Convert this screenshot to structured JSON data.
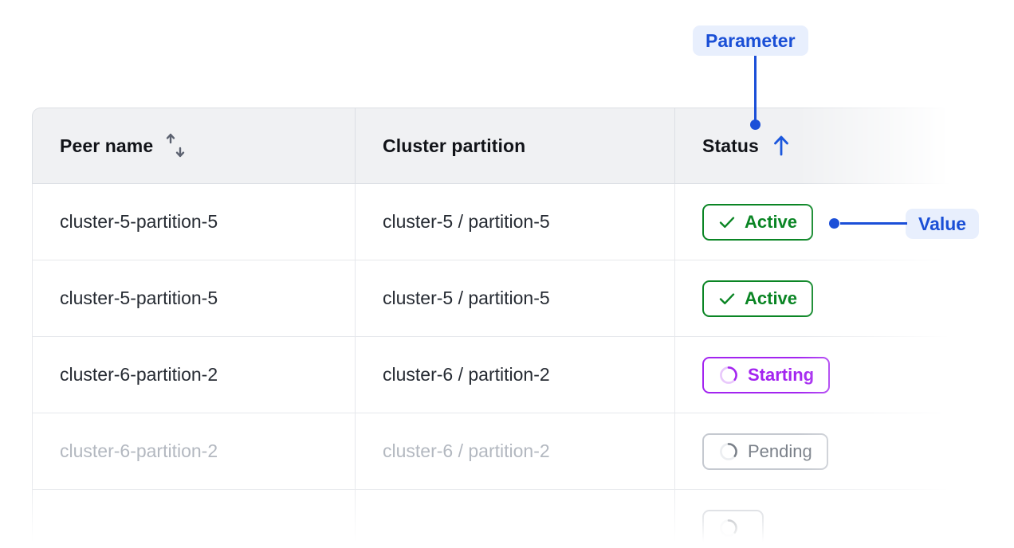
{
  "table": {
    "columns": [
      {
        "key": "peer_name",
        "label": "Peer name",
        "sort_icon": "sort-both-arrows-icon",
        "sorted": false
      },
      {
        "key": "cluster_partition",
        "label": "Cluster partition",
        "sort_icon": null,
        "sorted": false
      },
      {
        "key": "status",
        "label": "Status",
        "sort_icon": "sort-ascending-arrow-icon",
        "sorted": true
      }
    ],
    "rows": [
      {
        "peer_name": "cluster-5-partition-5",
        "cluster_partition": "cluster-5 / partition-5",
        "status": {
          "label": "Active",
          "icon": "check-icon",
          "variant": "active"
        },
        "dim": false
      },
      {
        "peer_name": "cluster-5-partition-5",
        "cluster_partition": "cluster-5 / partition-5",
        "status": {
          "label": "Active",
          "icon": "check-icon",
          "variant": "active"
        },
        "dim": false
      },
      {
        "peer_name": "cluster-6-partition-2",
        "cluster_partition": "cluster-6 / partition-2",
        "status": {
          "label": "Starting",
          "icon": "spinner-icon",
          "variant": "starting"
        },
        "dim": false
      },
      {
        "peer_name": "cluster-6-partition-2",
        "cluster_partition": "cluster-6 / partition-2",
        "status": {
          "label": "Pending",
          "icon": "spinner-icon",
          "variant": "pending"
        },
        "dim": true
      },
      {
        "peer_name": "",
        "cluster_partition": "",
        "status": {
          "label": "",
          "icon": "spinner-icon",
          "variant": "pending"
        },
        "dim": true
      }
    ]
  },
  "annotations": {
    "parameter": {
      "label": "Parameter",
      "target": "status-column-header"
    },
    "value": {
      "label": "Value",
      "target": "status-cell-badge-row-1"
    }
  },
  "colors": {
    "header_bg": "#f0f1f3",
    "border": "#dcdfe4",
    "row_border": "#e6e8ec",
    "text": "#262b33",
    "text_dim": "#b3b8c0",
    "annotation_blue": "#1b4fd8",
    "annotation_pill_bg": "#e8effd",
    "active_green": "#0a8524",
    "starting_purple": "#a324f0",
    "pending_gray": "#7a8089",
    "sort_icon_gray": "#5c6270"
  }
}
